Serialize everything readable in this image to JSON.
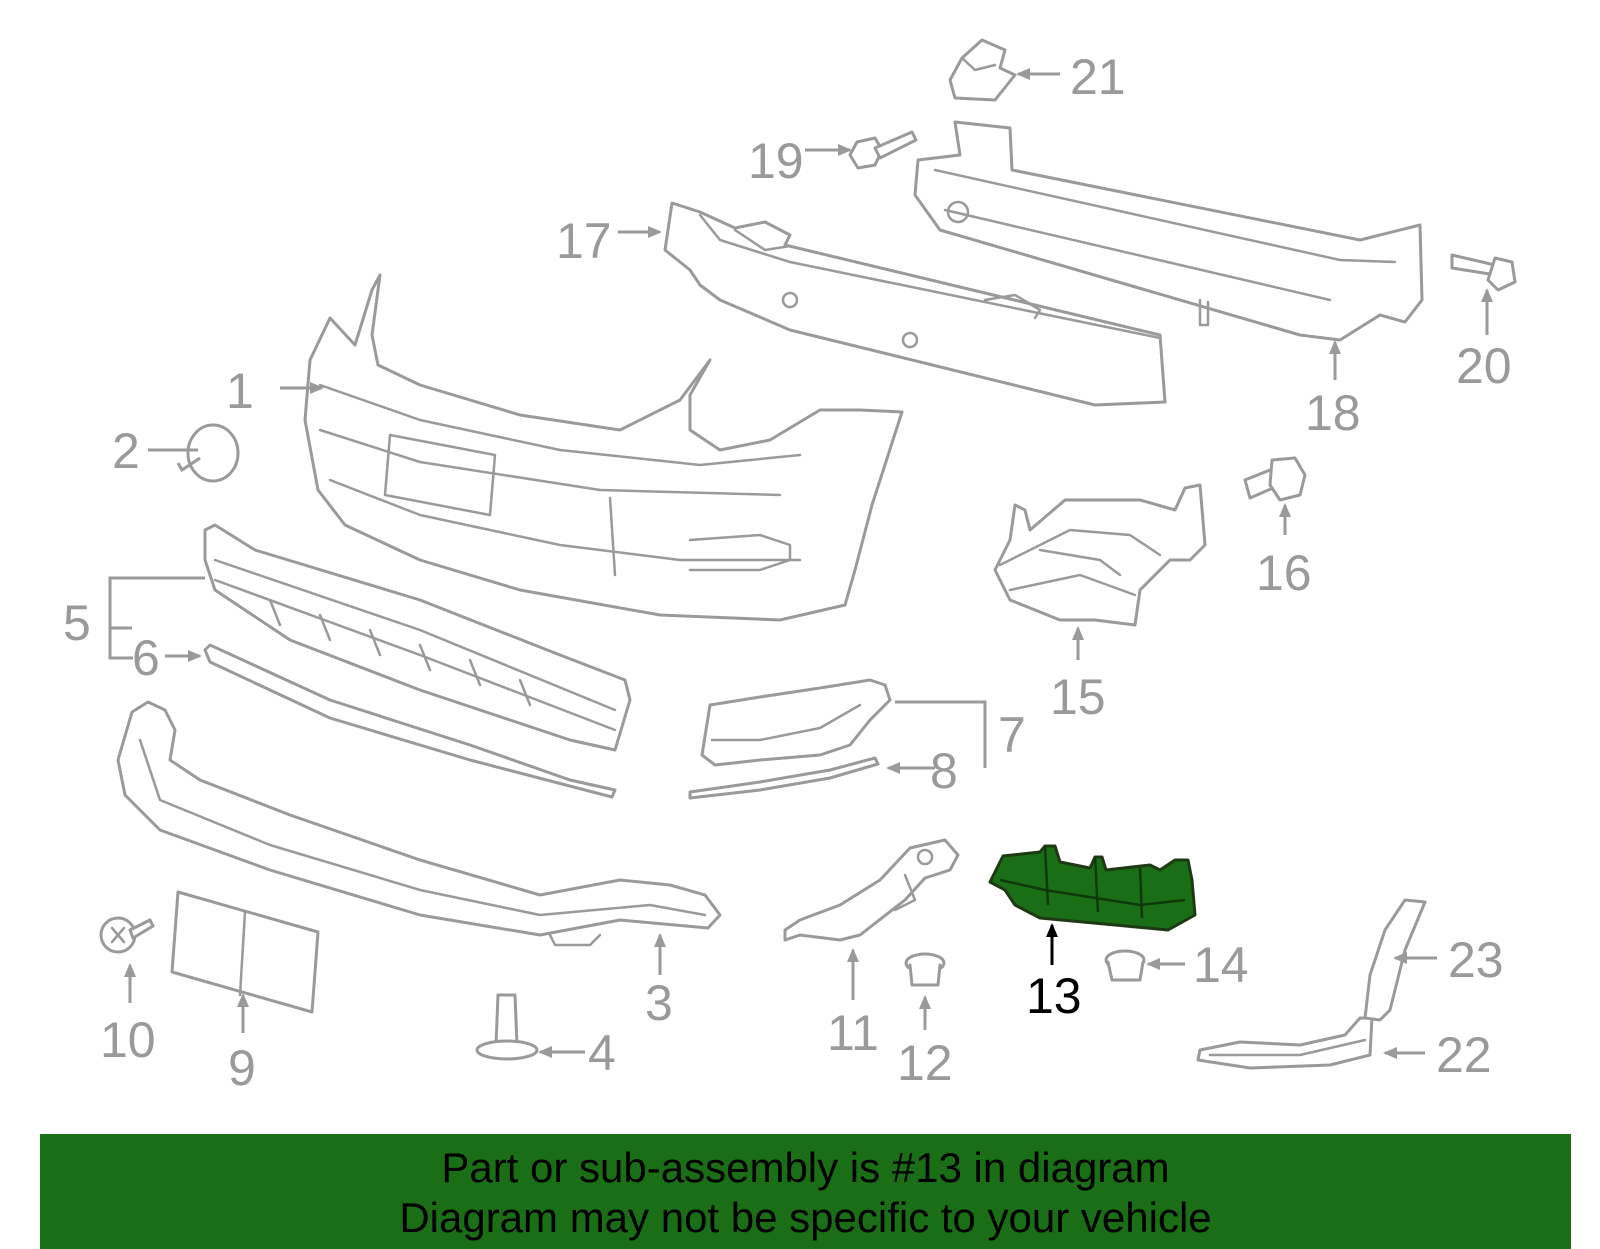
{
  "diagram": {
    "highlight_color": "#1a6e15",
    "highlighted_part": "13",
    "callouts": [
      "1",
      "2",
      "3",
      "4",
      "5",
      "6",
      "7",
      "8",
      "9",
      "10",
      "11",
      "12",
      "13",
      "14",
      "15",
      "16",
      "17",
      "18",
      "19",
      "20",
      "21",
      "22",
      "23"
    ]
  },
  "banner": {
    "line1": "Part or sub-assembly is #13 in diagram",
    "line2": "Diagram may not be specific to your vehicle"
  }
}
